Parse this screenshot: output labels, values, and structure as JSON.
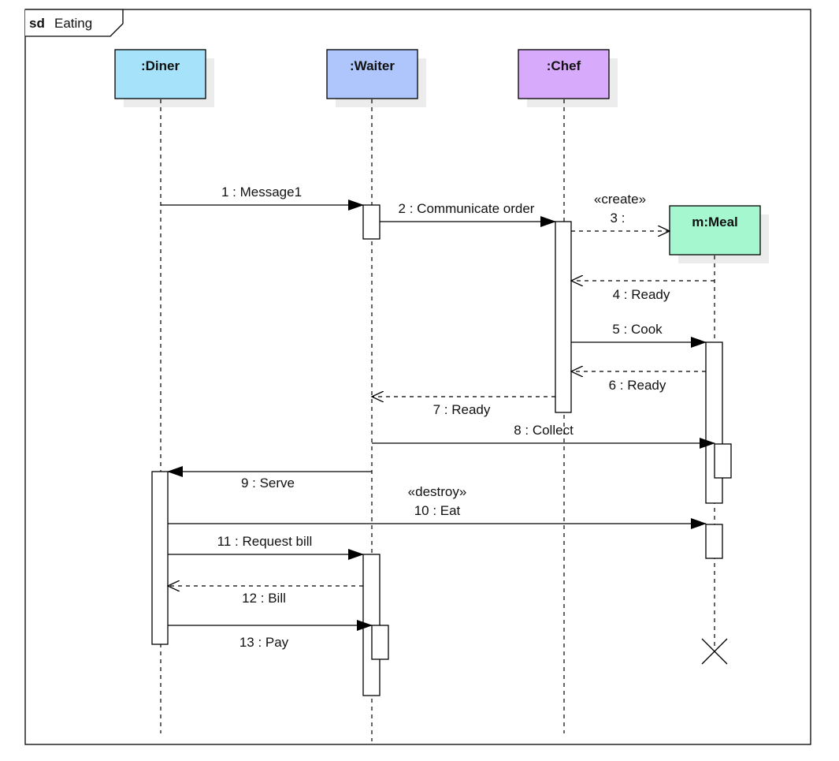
{
  "frame": {
    "keyword": "sd",
    "name": "Eating"
  },
  "participants": [
    {
      "id": "diner",
      "label": ":Diner",
      "color": "#a6e3fa"
    },
    {
      "id": "waiter",
      "label": ":Waiter",
      "color": "#aec6fb"
    },
    {
      "id": "chef",
      "label": ":Chef",
      "color": "#d8aafb"
    },
    {
      "id": "meal",
      "label": "m:Meal",
      "color": "#a4f7cf"
    }
  ],
  "messages": [
    {
      "id": "m1",
      "label": "1 : Message1",
      "stereotype": "",
      "kind": "sync"
    },
    {
      "id": "m2",
      "label": "2 : Communicate order",
      "stereotype": "",
      "kind": "sync"
    },
    {
      "id": "m3",
      "label": "3 :",
      "stereotype": "«create»",
      "kind": "create"
    },
    {
      "id": "m4",
      "label": "4 : Ready",
      "stereotype": "",
      "kind": "reply"
    },
    {
      "id": "m5",
      "label": "5 : Cook",
      "stereotype": "",
      "kind": "sync"
    },
    {
      "id": "m6",
      "label": "6 : Ready",
      "stereotype": "",
      "kind": "reply"
    },
    {
      "id": "m7",
      "label": "7 : Ready",
      "stereotype": "",
      "kind": "reply"
    },
    {
      "id": "m8",
      "label": "8 : Collect",
      "stereotype": "",
      "kind": "sync"
    },
    {
      "id": "m9",
      "label": "9 : Serve",
      "stereotype": "",
      "kind": "sync"
    },
    {
      "id": "m10",
      "label": "10 : Eat",
      "stereotype": "«destroy»",
      "kind": "destroy"
    },
    {
      "id": "m11",
      "label": "11 : Request bill",
      "stereotype": "",
      "kind": "sync"
    },
    {
      "id": "m12",
      "label": "12 : Bill",
      "stereotype": "",
      "kind": "reply"
    },
    {
      "id": "m13",
      "label": "13 : Pay",
      "stereotype": "",
      "kind": "sync"
    }
  ]
}
